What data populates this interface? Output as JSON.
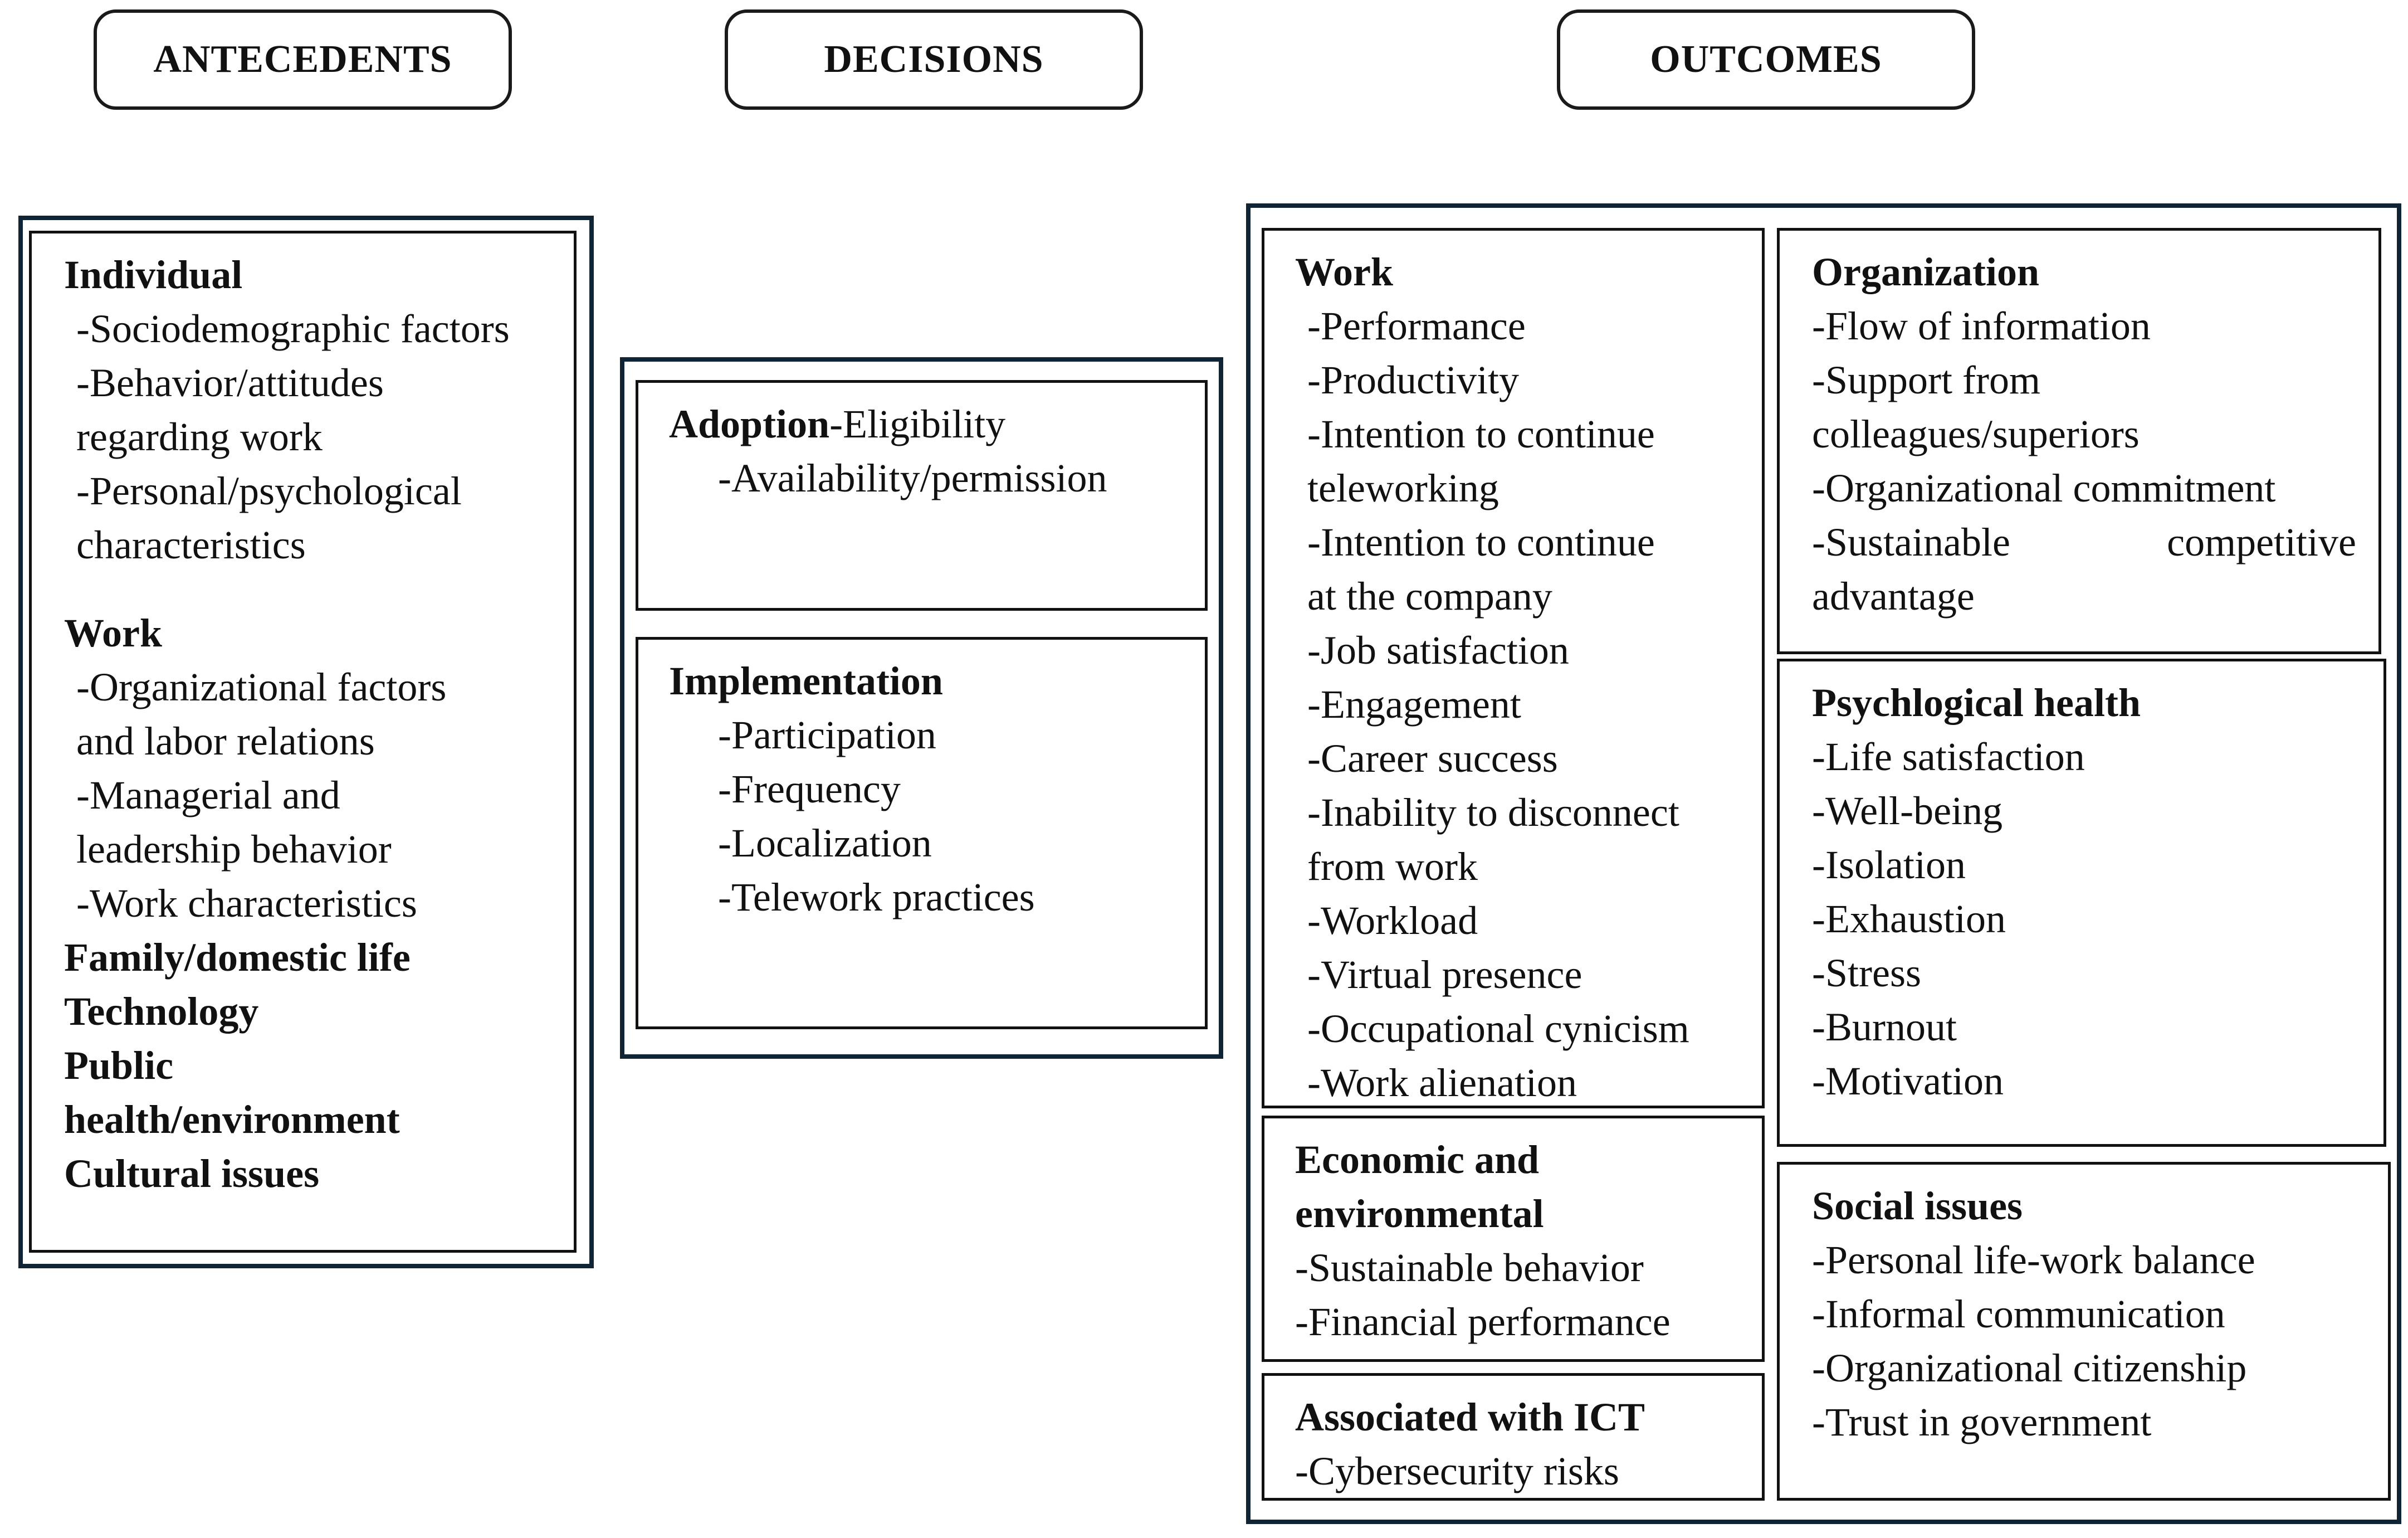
{
  "headers": {
    "antecedents": "ANTECEDENTS",
    "decisions": "DECISIONS",
    "outcomes": "OUTCOMES"
  },
  "boxes": {
    "antecedents": [
      {
        "t": "Individual",
        "b": true
      },
      {
        "t": "-Sociodemographic  factors",
        "i": 1
      },
      {
        "t": "-Behavior/attitudes",
        "i": 1
      },
      {
        "t": "regarding  work",
        "i": 1
      },
      {
        "t": "-Personal/psychological",
        "i": 1
      },
      {
        "t": "characteristics",
        "i": 1
      },
      {
        "t": "Work",
        "b": true,
        "gap": true
      },
      {
        "t": "-Organizational factors",
        "i": 1
      },
      {
        "t": "and labor relations",
        "i": 1
      },
      {
        "t": "-Managerial and",
        "i": 1
      },
      {
        "t": "leadership behavior",
        "i": 1
      },
      {
        "t": "-Work characteristics",
        "i": 1
      },
      {
        "t": "Family/domestic life",
        "b": true
      },
      {
        "t": "Technology",
        "b": true
      },
      {
        "t": "Public",
        "b": true
      },
      {
        "t": "health/environment",
        "b": true
      },
      {
        "t": "Cultural issues",
        "b": true
      }
    ],
    "adoption": [
      {
        "t": "Adoption",
        "b": true,
        "tail": "-Eligibility"
      },
      {
        "t": "-Availability/permission",
        "i": 2
      }
    ],
    "implementation": [
      {
        "t": "Implementation",
        "b": true
      },
      {
        "t": "-Participation",
        "i": 2
      },
      {
        "t": "-Frequency",
        "i": 2
      },
      {
        "t": "-Localization",
        "i": 2
      },
      {
        "t": "-Telework practices",
        "i": 2
      }
    ],
    "work": [
      {
        "t": "Work",
        "b": true
      },
      {
        "t": "-Performance",
        "i": 1
      },
      {
        "t": "-Productivity",
        "i": 1
      },
      {
        "t": "-Intention to continue",
        "i": 1
      },
      {
        "t": "teleworking",
        "i": 1
      },
      {
        "t": "-Intention to continue",
        "i": 1
      },
      {
        "t": "at the company",
        "i": 1
      },
      {
        "t": "-Job satisfaction",
        "i": 1
      },
      {
        "t": "-Engagement",
        "i": 1
      },
      {
        "t": "-Career success",
        "i": 1
      },
      {
        "t": "-Inability to disconnect",
        "i": 1
      },
      {
        "t": "from work",
        "i": 1
      },
      {
        "t": "-Workload",
        "i": 1
      },
      {
        "t": "-Virtual presence",
        "i": 1
      },
      {
        "t": "-Occupational cynicism",
        "i": 1
      },
      {
        "t": "-Work alienation",
        "i": 1
      }
    ],
    "economic": [
      {
        "t": "Economic and",
        "b": true
      },
      {
        "t": "environmental",
        "b": true
      },
      {
        "t": "-Sustainable behavior"
      },
      {
        "t": "-Financial performance"
      }
    ],
    "ict": [
      {
        "t": "Associated with ICT",
        "b": true
      },
      {
        "t": "-Cybersecurity risks"
      }
    ],
    "organization": [
      {
        "t": "Organization",
        "b": true
      },
      {
        "t": "-Flow of information"
      },
      {
        "t": "-Support from"
      },
      {
        "t": "colleagues/superiors"
      },
      {
        "t": "-Organizational commitment"
      },
      {
        "t": "-Sustainable        competitive",
        "just": true
      },
      {
        "t": "advantage"
      }
    ],
    "psychological": [
      {
        "t": "Psychlogical health",
        "b": true
      },
      {
        "t": "-Life satisfaction"
      },
      {
        "t": "-Well-being"
      },
      {
        "t": "-Isolation"
      },
      {
        "t": "-Exhaustion"
      },
      {
        "t": "-Stress"
      },
      {
        "t": "-Burnout"
      },
      {
        "t": "-Motivation"
      }
    ],
    "social": [
      {
        "t": "Social issues",
        "b": true
      },
      {
        "t": "-Personal life-work balance"
      },
      {
        "t": "-Informal communication"
      },
      {
        "t": "-Organizational citizenship"
      },
      {
        "t": "-Trust in government"
      }
    ]
  },
  "colors": {
    "outer_border": "#0f2536",
    "inner_border": "#111111"
  }
}
